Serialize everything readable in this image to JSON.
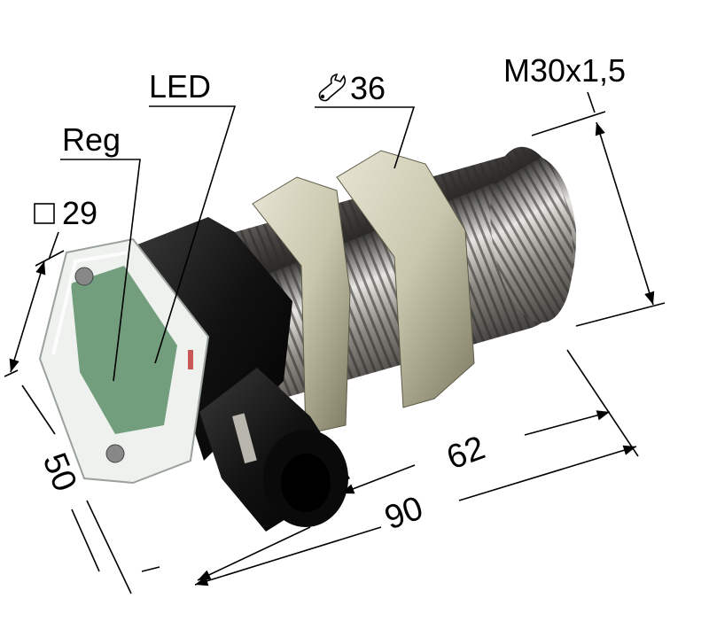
{
  "diagram": {
    "subject": "Cylindrical threaded proximity sensor with connector",
    "callouts": {
      "led": "LED",
      "reg": "Reg",
      "square_size": "29",
      "wrench_size": "36",
      "thread": "M30x1,5"
    },
    "dimensions": {
      "head_length": "50",
      "thread_length": "62",
      "total_length": "90"
    },
    "colors": {
      "lines": "#000000",
      "metal": "#8a8680",
      "nut": "#cfcdb8",
      "housing": "#1a1a1a",
      "window_green": "#5d8f6a"
    }
  }
}
